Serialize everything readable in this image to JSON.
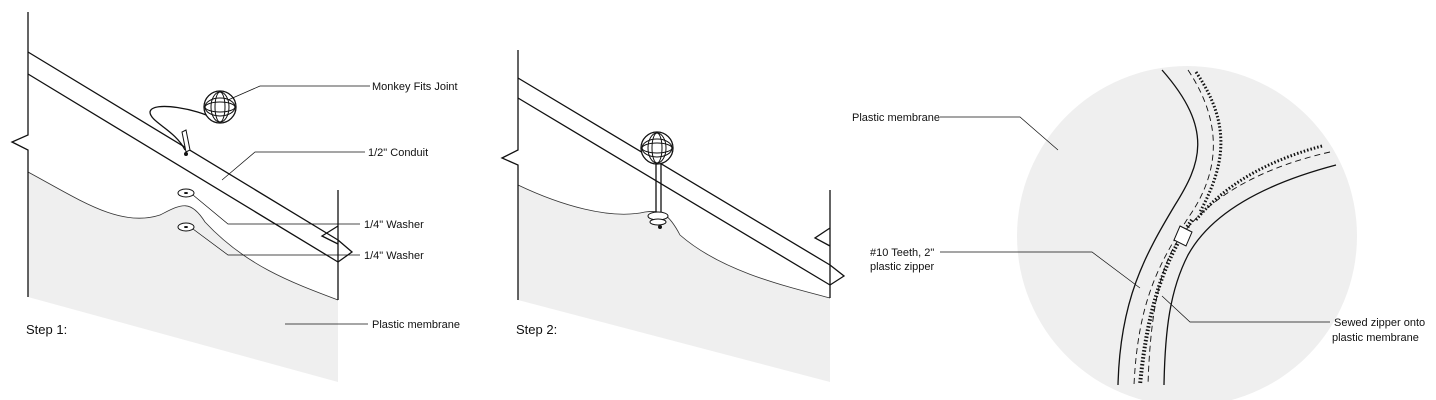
{
  "colors": {
    "line": "#111111",
    "membrane": "#efefef",
    "background": "#ffffff"
  },
  "panel1": {
    "step_label": "Step 1:",
    "labels": {
      "joint": "Monkey Fits Joint",
      "conduit": "1/2\" Conduit",
      "washer_top": "1/4\" Washer",
      "washer_bottom": "1/4\" Washer",
      "membrane": "Plastic membrane"
    },
    "icons": [
      "monkey-fist-knot-icon",
      "washer-icon"
    ]
  },
  "panel2": {
    "step_label": "Step 2:",
    "icons": [
      "monkey-fist-knot-icon"
    ]
  },
  "panel3": {
    "labels": {
      "membrane": "Plastic membrane",
      "zipper_line1": "#10 Teeth, 2\"",
      "zipper_line2": "plastic zipper",
      "sewed_line1": "Sewed zipper onto",
      "sewed_line2": "plastic membrane"
    }
  }
}
